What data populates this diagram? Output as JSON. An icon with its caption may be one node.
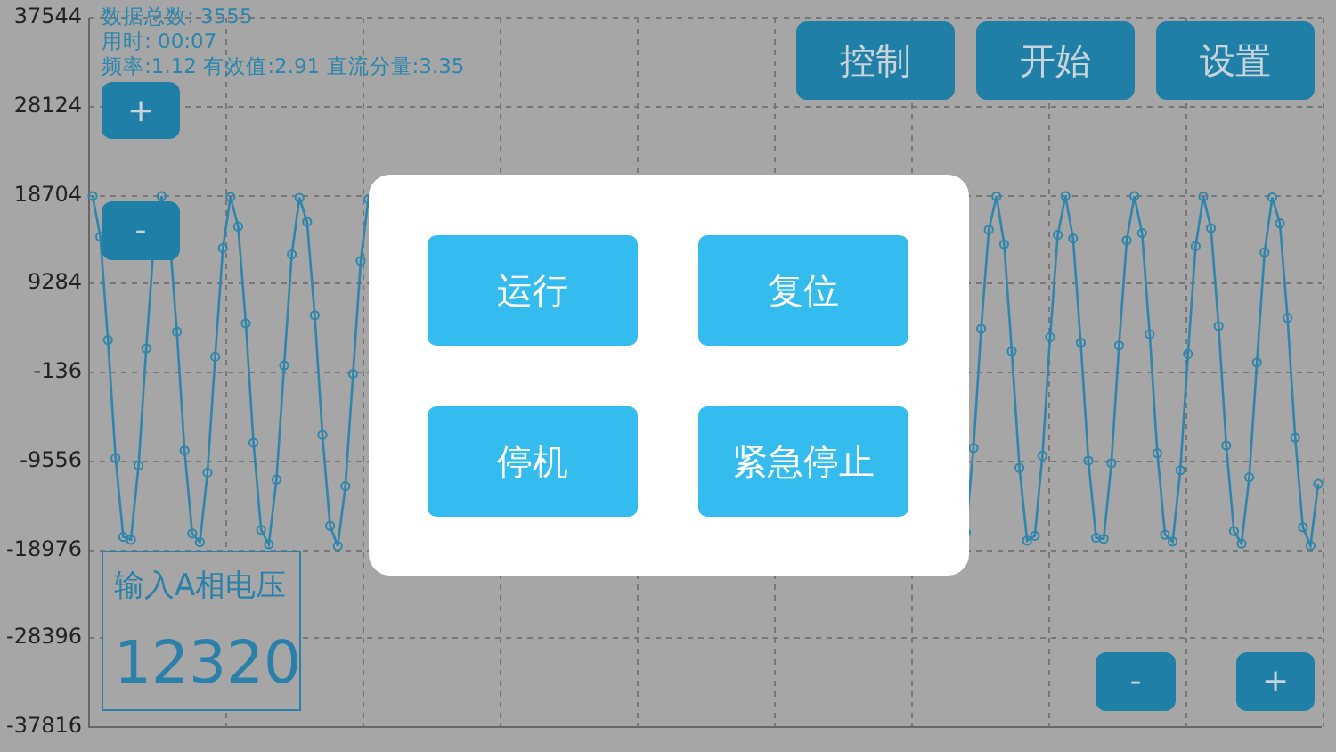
{
  "diagram": {
    "nodes": [
      {
        "text": [
          "控制"
        ]
      },
      {
        "text": [
          "开始"
        ]
      },
      {
        "text": [
          "设置"
        ]
      },
      {
        "text": [
          "+"
        ]
      },
      {
        "text": [
          "-"
        ]
      },
      {
        "text": [],
        "shape": "box"
      },
      {
        "text": [
          "运行"
        ],
        "in": 5
      },
      {
        "text": [
          "复位"
        ],
        "in": 5
      },
      {
        "text": [
          "停机"
        ],
        "in": 5
      },
      {
        "text": [
          "紧急停止"
        ],
        "in": 5
      },
      {
        "text": [
          "输入A相电压",
          "12320"
        ]
      },
      {
        "text": [
          "-"
        ]
      },
      {
        "text": [
          "+"
        ]
      }
    ],
    "labels": [
      "37544",
      "28124",
      "18704",
      "9284",
      "-136",
      "-9556",
      "-18976",
      "-28396",
      "-37816",
      "数据总数: 3555",
      "用时: 00:07",
      "频率:1.12 有效值:2.91 直流分量:3.35"
    ]
  }
}
